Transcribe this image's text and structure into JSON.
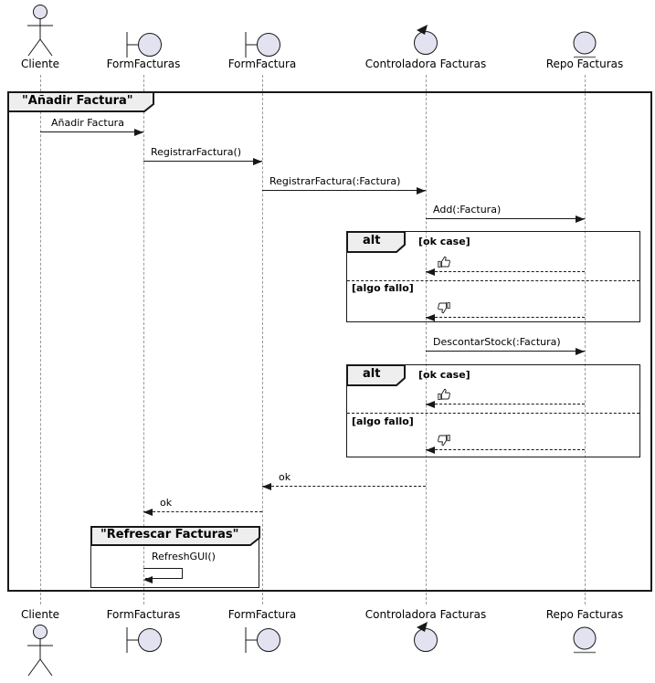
{
  "participants": [
    {
      "name": "Cliente",
      "icon": "actor-icon"
    },
    {
      "name": "FormFacturas",
      "icon": "boundary-icon"
    },
    {
      "name": "FormFactura",
      "icon": "boundary-icon"
    },
    {
      "name": "Controladora Facturas",
      "icon": "control-icon"
    },
    {
      "name": "Repo Facturas",
      "icon": "entity-icon"
    }
  ],
  "frames": {
    "main_title": "\"Añadir Factura\"",
    "refresh_title": "\"Refrescar Facturas\""
  },
  "alt": {
    "operator": "alt",
    "ok_guard": "[ok case]",
    "fail_guard": "[algo fallo]",
    "ok_icon": "thumbs-up-icon",
    "fail_icon": "thumbs-down-icon"
  },
  "messages": {
    "anadir_factura": "Añadir Factura",
    "registrar_factura": "RegistrarFactura()",
    "registrar_factura_param": "RegistrarFactura(:Factura)",
    "add_factura": "Add(:Factura)",
    "descontar_stock": "DescontarStock(:Factura)",
    "ok": "ok",
    "refresh_gui": "RefreshGUI()"
  },
  "colors": {
    "participant_fill": "#E2E2F0",
    "line_color": "#181818",
    "frame_header_bg": "#EEEEEE",
    "lifeline_color": "#999999"
  }
}
